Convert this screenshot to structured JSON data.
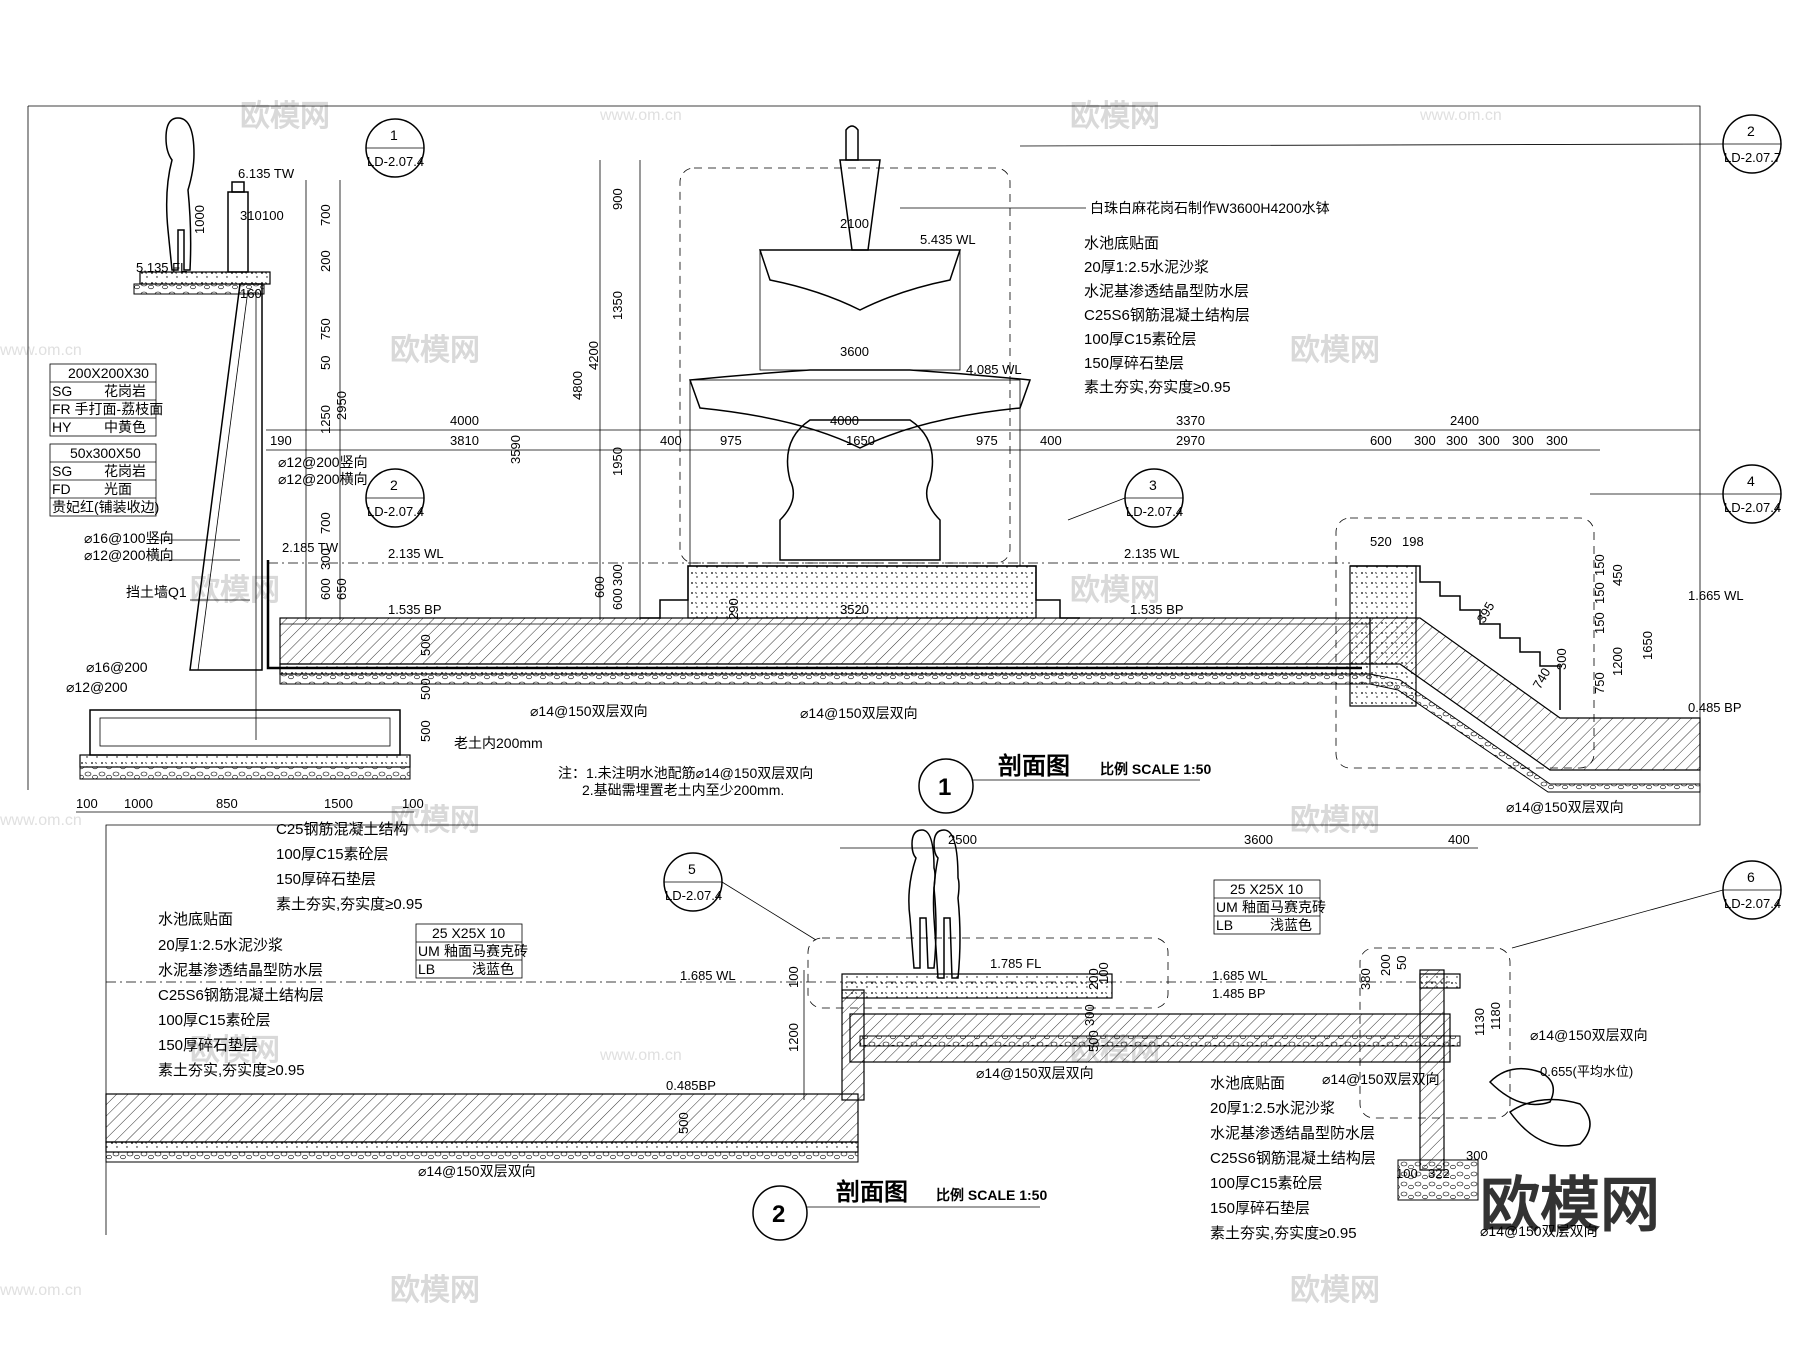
{
  "section1": {
    "title": "剖面图",
    "scale": "比例 SCALE 1:50",
    "number": "1",
    "callouts": [
      {
        "num": "1",
        "ref": "LD-2.07.4"
      },
      {
        "num": "2",
        "ref": "LD-2.07.7"
      },
      {
        "num": "2",
        "ref": "LD-2.07.4"
      },
      {
        "num": "3",
        "ref": "LD-2.07.4"
      },
      {
        "num": "4",
        "ref": "LD-2.07.4"
      }
    ],
    "fountain_label": "白珠白麻花岗石制作W3600H4200水钵",
    "pool_layers": [
      "水池底贴面",
      "20厚1:2.5水泥沙浆",
      "水泥基渗透结晶型防水层",
      "C25S6钢筋混凝土结构层",
      "100厚C15素砼层",
      "150厚碎石垫层",
      "素土夯实,夯实度≥0.95"
    ],
    "wall_layers": [
      "C25钢筋混凝土结构",
      "100厚C15素砼层",
      "150厚碎石垫层",
      "素土夯实,夯实度≥0.95"
    ],
    "material_table_1": {
      "header": "200X200X30",
      "rows": [
        [
          "SG",
          "花岗岩"
        ],
        [
          "FR 手打面-荔枝面",
          ""
        ],
        [
          "HY",
          "中黄色"
        ]
      ]
    },
    "material_table_2": {
      "header": "50x300X50",
      "rows": [
        [
          "SG",
          "花岗岩"
        ],
        [
          "FD",
          "光面"
        ],
        [
          "贵妃红(铺装收边)",
          ""
        ]
      ]
    },
    "rebar_labels": [
      "⌀12@200竖向",
      "⌀12@200横向",
      "⌀16@100竖向",
      "⌀12@200横向",
      "挡土墙Q1",
      "⌀16@200",
      "⌀12@200",
      "⌀14@150双层双向",
      "⌀14@150双层双向",
      "⌀14@150双层双向"
    ],
    "soil_label": "老土内200mm",
    "notes": [
      "注：1.未注明水池配筋⌀14@150双层双向",
      "2.基础需埋置老土内至少200mm."
    ],
    "elevations": [
      "6.135 TW",
      "5.135 FL",
      "5.435 WL",
      "4.085 WL",
      "2.185 TW",
      "2.135 WL",
      "2.135 WL",
      "1.535 BP",
      "1.535 BP",
      "1.665 WL",
      "0.485 BP"
    ],
    "top_dims": [
      "4000",
      "3810",
      "4000",
      "400",
      "975",
      "1650",
      "975",
      "400",
      "3370",
      "2970",
      "2400",
      "600",
      "300",
      "300",
      "300",
      "300",
      "300",
      "190",
      "2100",
      "3600",
      "3520"
    ],
    "vert_dims": [
      "900",
      "1350",
      "4200",
      "4800",
      "1950",
      "3590",
      "600",
      "300",
      "600",
      "290",
      "1000",
      "700",
      "200",
      "750",
      "50",
      "1250",
      "2950",
      "700",
      "300",
      "600",
      "650",
      "500",
      "500",
      "500",
      "150",
      "450",
      "150",
      "150",
      "1650",
      "1200",
      "750",
      "395",
      "740",
      "300"
    ],
    "bottom_dims": [
      "100",
      "1000",
      "850",
      "1500",
      "100"
    ],
    "misc_dims": [
      "310",
      "100",
      "160",
      "520",
      "198",
      "1000"
    ]
  },
  "section2": {
    "title": "剖面图",
    "scale": "比例 SCALE 1:50",
    "number": "2",
    "callouts": [
      {
        "num": "5",
        "ref": "LD-2.07.4"
      },
      {
        "num": "6",
        "ref": "LD-2.07.4"
      }
    ],
    "pool_layers_left": [
      "水池底贴面",
      "20厚1:2.5水泥沙浆",
      "水泥基渗透结晶型防水层",
      "C25S6钢筋混凝土结构层",
      "100厚C15素砼层",
      "150厚碎石垫层",
      "素土夯实,夯实度≥0.95"
    ],
    "pool_layers_right": [
      "水池底贴面",
      "20厚1:2.5水泥沙浆",
      "水泥基渗透结晶型防水层",
      "C25S6钢筋混凝土结构层",
      "100厚C15素砼层",
      "150厚碎石垫层",
      "素土夯实,夯实度≥0.95"
    ],
    "tile_table": {
      "header": "25 X25X 10",
      "rows": [
        [
          "UM",
          "釉面马赛克砖"
        ],
        [
          "LB",
          "浅蓝色"
        ]
      ]
    },
    "elevations": [
      "1.785 FL",
      "1.685 WL",
      "1.685 WL",
      "1.485 BP",
      "0.485BP",
      "0.655(平均水位)"
    ],
    "top_dims": [
      "2500",
      "3600",
      "400"
    ],
    "vert_dims": [
      "100",
      "1200",
      "500",
      "500",
      "200",
      "100",
      "300",
      "380",
      "200",
      "50",
      "1130",
      "1180",
      "100",
      "300",
      "322"
    ],
    "rebar_labels": [
      "⌀14@150双层双向",
      "⌀14@150双层双向",
      "⌀14@150双层双向",
      "⌀14@150双层双向",
      "⌀14@150双层双向"
    ]
  },
  "watermarks": {
    "brand": "欧模网",
    "url": "www.om.cn"
  },
  "colors": {
    "line": "#000000",
    "watermark": "#d9d9d9",
    "background": "#ffffff"
  }
}
